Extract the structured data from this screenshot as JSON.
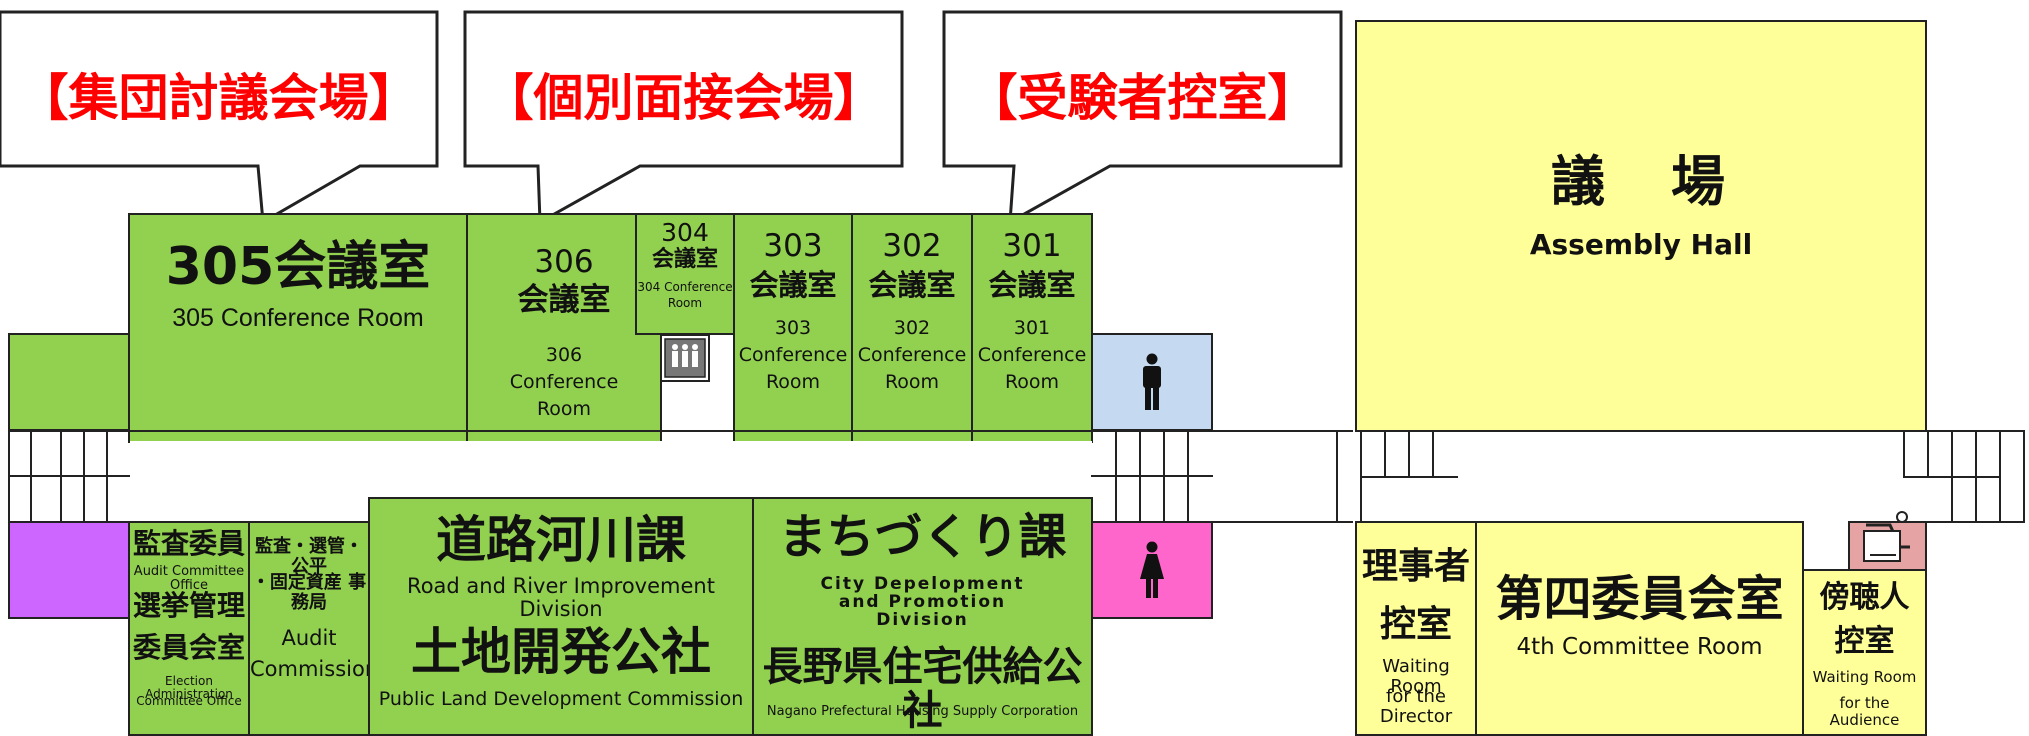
{
  "callouts": {
    "group_discussion": "【集団討議会場】",
    "individual_interview": "【個別面接会場】",
    "waiting_room": "【受験者控室】"
  },
  "rooms": {
    "r305": {
      "jp": "305会議室",
      "en": "305 Conference Room"
    },
    "r306": {
      "num": "306",
      "jp": "会議室",
      "en1": "306",
      "en2": "Conference",
      "en3": "Room"
    },
    "r304": {
      "num": "304",
      "jp": "会議室",
      "en1": "304 Conference",
      "en2": "Room"
    },
    "r303": {
      "num": "303",
      "jp": "会議室",
      "en1": "303",
      "en2": "Conference",
      "en3": "Room"
    },
    "r302": {
      "num": "302",
      "jp": "会議室",
      "en1": "302",
      "en2": "Conference",
      "en3": "Room"
    },
    "r301": {
      "num": "301",
      "jp": "会議室",
      "en1": "301",
      "en2": "Conference",
      "en3": "Room"
    },
    "assembly": {
      "jp": "議　場",
      "en": "Assembly Hall"
    },
    "audit_office": {
      "jp1": "監査委員",
      "en1": "Audit Committee Office",
      "jp2": "選挙管理",
      "jp3": "委員会室",
      "en2": "Election Administration",
      "en3": "Committee Office"
    },
    "audit_commission": {
      "jp1": "監査・選管・公平",
      "jp2": "・固定資産 事務局",
      "en1": "Audit",
      "en2": "Commission"
    },
    "road_river": {
      "jp": "道路河川課",
      "en": "Road and River Improvement Division"
    },
    "land_dev": {
      "jp": "土地開発公社",
      "en": "Public Land Development Commission"
    },
    "city_dev": {
      "jp": "まちづくり課",
      "en1": "City Depelopment",
      "en2": "and Promotion",
      "en3": "Division"
    },
    "housing": {
      "jp": "長野県住宅供給公社",
      "en": "Nagano Prefectural Housing Supply Corporation"
    },
    "director_waiting": {
      "jp1": "理事者",
      "jp2": "控室",
      "en1": "Waiting Room",
      "en2": "for the Director"
    },
    "committee4": {
      "jp": "第四委員会室",
      "en": "4th Committee Room"
    },
    "audience_waiting": {
      "jp1": "傍聴人",
      "jp2": "控室",
      "en1": "Waiting Room",
      "en2": "for the Audience"
    }
  },
  "colors": {
    "room_green": "#92d050",
    "hall_yellow": "#ffff99",
    "mens_blue": "#c5d9f1",
    "womens_pink": "#ff66cc",
    "other_purple": "#cc66ff",
    "callout_red": "#ff0000"
  },
  "icons": [
    "elevator-icon",
    "male-restroom-icon",
    "female-restroom-icon",
    "wheelchair-icon"
  ]
}
